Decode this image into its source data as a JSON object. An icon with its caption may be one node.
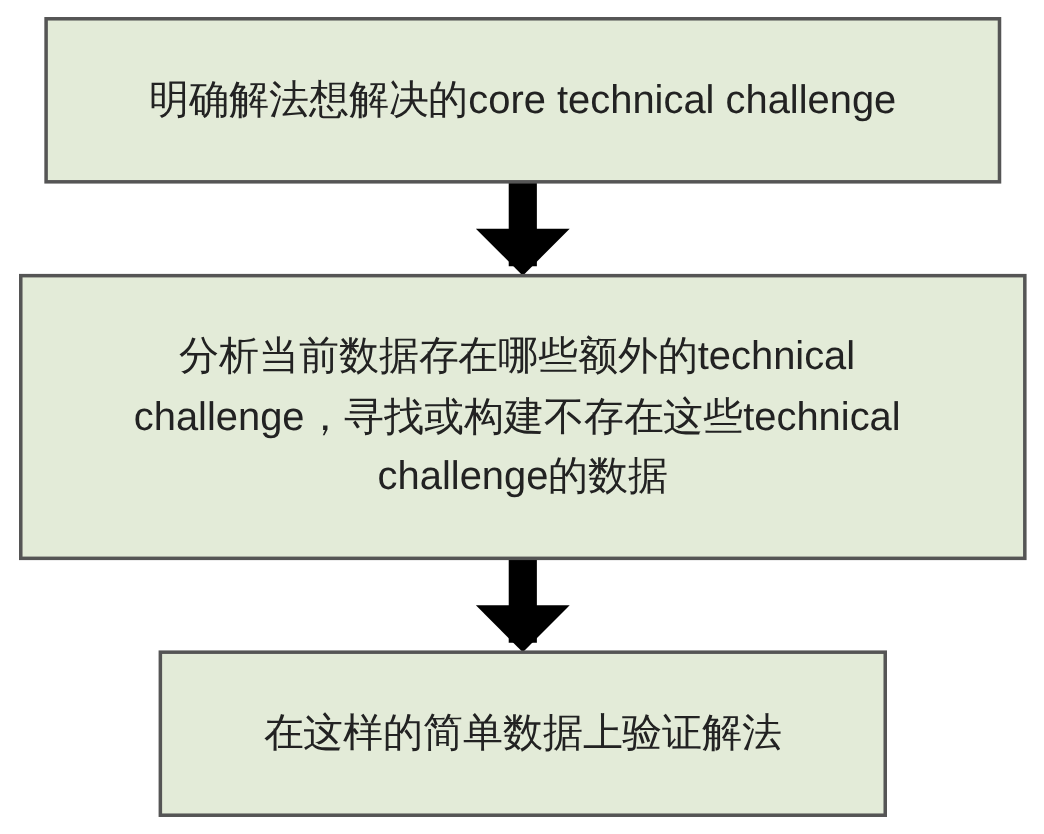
{
  "diagram": {
    "nodes": [
      {
        "text": [
          "明确解法想解决的core technical challenge"
        ]
      },
      {
        "text": [
          "分析当前数据存在哪些额外的technical challenge，寻找或构建不存在这些technical challenge的数据"
        ]
      },
      {
        "text": [
          "在这样的简单数据上验证解法"
        ]
      }
    ],
    "edges": [
      {
        "from": 0,
        "to": 1,
        "arrow": "to"
      },
      {
        "from": 1,
        "to": 2,
        "arrow": "to"
      }
    ]
  }
}
